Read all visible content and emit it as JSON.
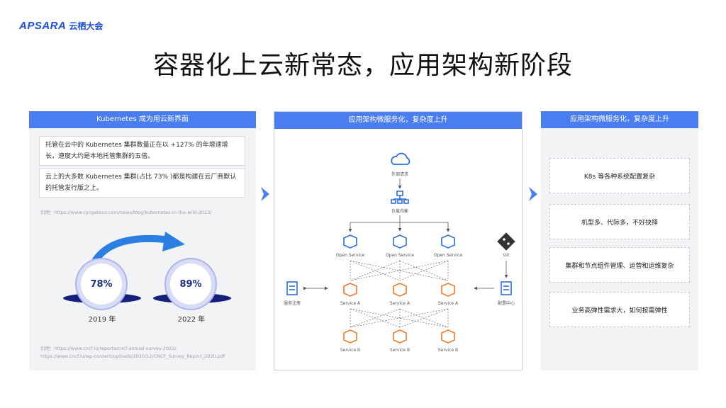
{
  "brand": {
    "logo_en": "APSARA",
    "logo_cn": "云栖大会"
  },
  "title": "容器化上云新常态，应用架构新阶段",
  "left_panel": {
    "header": "Kubernetes 成为用云新界面",
    "box1": "托管在云中的 Kubernetes 集群数量正在以 +127% 的年增速增长，速度大约是本地托管集群的五倍。",
    "box2": "云上的大多数 Kubernetes 集群(占比 73% )都是构建在云厂商默认的托管发行版之上。",
    "ref1": "引用：https://www.cyngateco.com/news/blog/kubernetes-in-the-wild-2023/",
    "stat1": {
      "value": "78%",
      "year": "2019 年"
    },
    "stat2": {
      "value": "89%",
      "year": "2022 年"
    },
    "ref2_line1": "引用：https://www.cncf.io/reports/cncf-annual-survey-2022/",
    "ref2_line2": "https://www.cncf.io/wp-content/uploads/2020/12/CNCF_Survey_Report_2020.pdf"
  },
  "mid_panel": {
    "header": "应用架构微服务化，复杂度上升",
    "nodes": {
      "external": "外部请求",
      "lb": "负载均衡",
      "open": "Open Service",
      "git": "Git",
      "service_a": "Service A",
      "service_b": "Service B",
      "registry": "服务注册",
      "config": "配置中心"
    }
  },
  "right_panel": {
    "header": "应用架构微服务化，复杂度上升",
    "cards": [
      "K8s 等各种系统配置复杂",
      "机型多、代际多，不好抉择",
      "集群和节点组件管理、运营和运维复杂",
      "业务高弹性需求大，如何按需弹性"
    ]
  },
  "colors": {
    "accent": "#4a7df0",
    "brand": "#1f4fd6",
    "service_a": "#f07a2a",
    "open_service": "#2e6fe0",
    "ring_dark": "#15207a"
  }
}
